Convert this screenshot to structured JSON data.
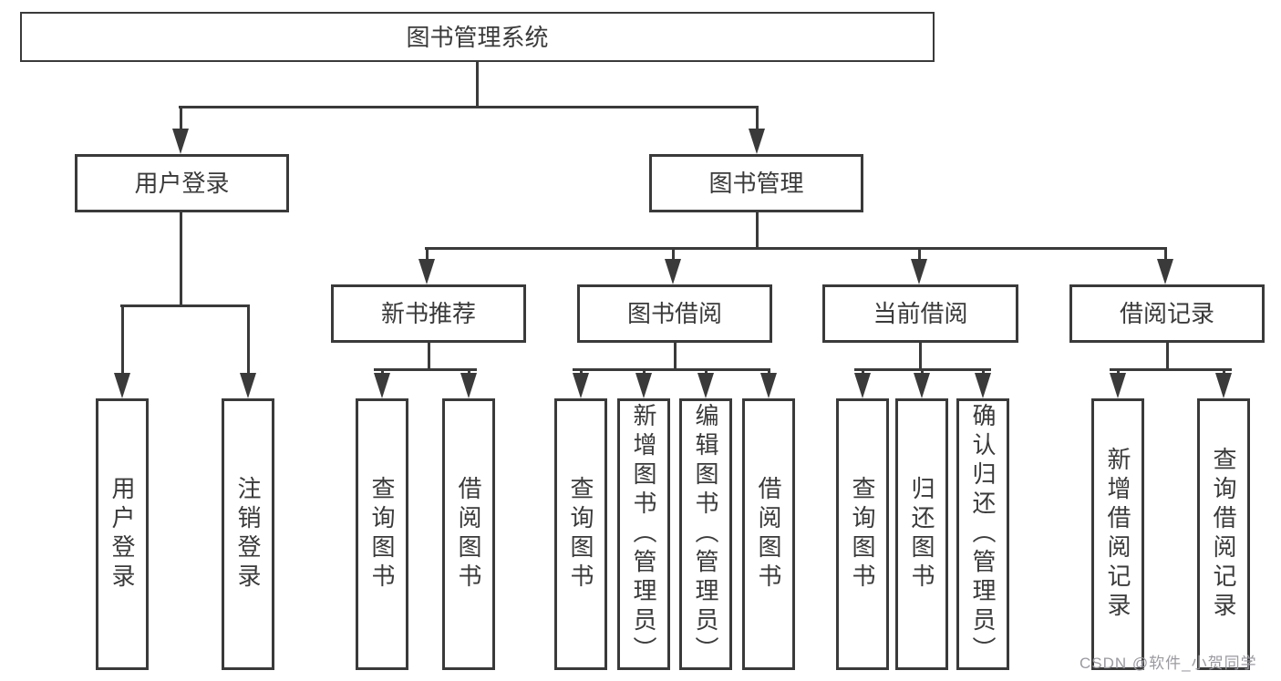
{
  "tree": {
    "root": "图书管理系统",
    "user_login": {
      "label": "用户登录",
      "children": {
        "login": "用户登录",
        "logout": "注销登录"
      }
    },
    "book_mgmt": {
      "label": "图书管理",
      "sections": {
        "new_book": {
          "label": "新书推荐",
          "children": {
            "query": "查询图书",
            "borrow": "借阅图书"
          }
        },
        "borrow": {
          "label": "图书借阅",
          "children": {
            "query": "查询图书",
            "add": "新增图书（管理员）",
            "edit": "编辑图书（管理员）",
            "borrow": "借阅图书"
          }
        },
        "current": {
          "label": "当前借阅",
          "children": {
            "query": "查询图书",
            "return": "归还图书",
            "confirm": "确认归还（管理员）"
          }
        },
        "record": {
          "label": "借阅记录",
          "children": {
            "add": "新增借阅记录",
            "query": "查询借阅记录"
          }
        }
      }
    }
  },
  "watermark": "CSDN @软件_小贺同学",
  "colors": {
    "line": "#3a3a3a",
    "text": "#3a3a3a",
    "box_fill": "#ffffff",
    "watermark": "#9a9aa0"
  }
}
